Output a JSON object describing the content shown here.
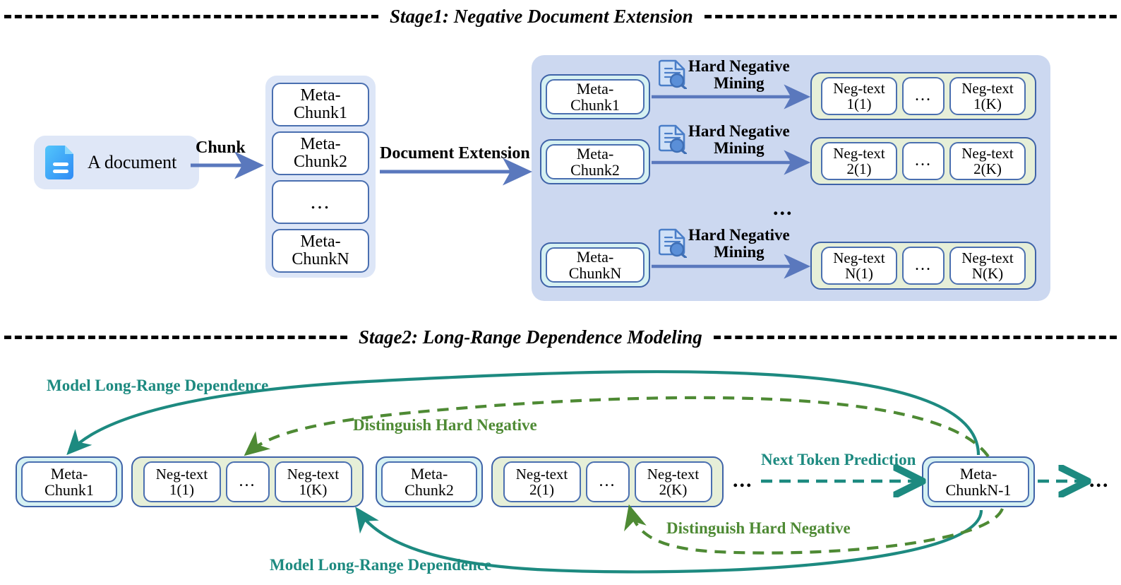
{
  "stages": [
    {
      "title": "Stage1: Negative Document Extension"
    },
    {
      "title": "Stage2: Long-Range Dependence Modeling"
    }
  ],
  "stage1": {
    "source": {
      "label": "A document",
      "icon": "document-icon"
    },
    "arrows": [
      {
        "label": "Chunk"
      },
      {
        "label": "Document Extension"
      }
    ],
    "chunk_stack": [
      {
        "line1": "Meta-",
        "line2": "Chunk1"
      },
      {
        "line1": "Meta-",
        "line2": "Chunk2"
      },
      {
        "line1": "",
        "line2": "..."
      },
      {
        "line1": "Meta-",
        "line2": "ChunkN"
      }
    ],
    "mining_label": {
      "line1": "Hard Negative",
      "line2": "Mining",
      "icon": "document-search-icon"
    },
    "rows": [
      {
        "chunk": {
          "line1": "Meta-",
          "line2": "Chunk1"
        },
        "negs": [
          {
            "line1": "Neg-text",
            "line2": "1(1)"
          },
          {
            "line1": "",
            "line2": "..."
          },
          {
            "line1": "Neg-text",
            "line2": "1(K)"
          }
        ]
      },
      {
        "chunk": {
          "line1": "Meta-",
          "line2": "Chunk2"
        },
        "negs": [
          {
            "line1": "Neg-text",
            "line2": "2(1)"
          },
          {
            "line1": "",
            "line2": "..."
          },
          {
            "line1": "Neg-text",
            "line2": "2(K)"
          }
        ]
      },
      {
        "chunk": {
          "line1": "Meta-",
          "line2": "ChunkN"
        },
        "negs": [
          {
            "line1": "Neg-text",
            "line2": "N(1)"
          },
          {
            "line1": "",
            "line2": "..."
          },
          {
            "line1": "Neg-text",
            "line2": "N(K)"
          }
        ]
      }
    ],
    "vertical_ellipsis": "..."
  },
  "stage2": {
    "sequence": [
      {
        "type": "meta",
        "line1": "Meta-",
        "line2": "Chunk1"
      },
      {
        "type": "neg-group",
        "items": [
          {
            "line1": "Neg-text",
            "line2": "1(1)"
          },
          {
            "line1": "",
            "line2": "..."
          },
          {
            "line1": "Neg-text",
            "line2": "1(K)"
          }
        ]
      },
      {
        "type": "meta",
        "line1": "Meta-",
        "line2": "Chunk2"
      },
      {
        "type": "neg-group",
        "items": [
          {
            "line1": "Neg-text",
            "line2": "2(1)"
          },
          {
            "line1": "",
            "line2": "..."
          },
          {
            "line1": "Neg-text",
            "line2": "2(K)"
          }
        ]
      },
      {
        "type": "ellipsis",
        "text": "..."
      },
      {
        "type": "meta",
        "line1": "Meta-",
        "line2": "ChunkN-1"
      },
      {
        "type": "ellipsis",
        "text": "..."
      }
    ],
    "annotations": {
      "top_solid": "Model Long-Range Dependence",
      "top_dashed": "Distinguish Hard Negative",
      "next_token": "Next Token Prediction",
      "bottom_dashed": "Distinguish Hard Negative",
      "bottom_solid": "Model Long-Range Dependence"
    }
  },
  "colors": {
    "teal": "#1d8a80",
    "green": "#4e8a34",
    "arrow_blue": "#5a78bd",
    "box_border": "#4a6fb0",
    "panel_blue": "#ccd8f0",
    "wrap_cyan": "#d6f1f2",
    "wrap_green": "#e6efd8"
  }
}
